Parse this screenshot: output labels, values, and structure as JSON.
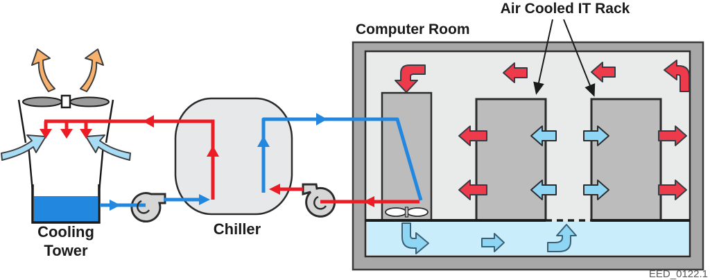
{
  "figure": {
    "id_label": "EED_0122.1"
  },
  "labels": {
    "cooling_tower": {
      "line1": "Cooling",
      "line2": "Tower"
    },
    "chiller": "Chiller",
    "computer_room": "Computer Room",
    "it_rack": "Air Cooled IT Rack"
  },
  "diagram": {
    "type": "schematic",
    "components": [
      "Cooling Tower",
      "Condenser water pump",
      "Chiller",
      "Chilled water pump",
      "CRAH unit with fan",
      "Air Cooled IT Rack",
      "Air Cooled IT Rack",
      "Raised floor plenum"
    ],
    "rack_count": 2,
    "flow_legend": {
      "red_lines": "warm water / hot air",
      "blue_lines": "chilled water / cold air",
      "orange_arrows": "heat rejected from cooling tower",
      "light_blue_arrows": "cool air flow"
    }
  },
  "colors": {
    "red_pipe": "#EC1C24",
    "red_arrow": "#ED3B4C",
    "blue_pipe": "#2287DF",
    "water_blue": "#2287DF",
    "light_blue_arrow": "#8FD5F4",
    "air_inlet_blue": "#A8DCF5",
    "plenum_fill": "#C9EDFA",
    "plenum_arrow": "#8FD5F4",
    "orange_arrow": "#F8B26D",
    "wall_gray": "#A8A8A8",
    "equipment_gray": "#BCBCBC",
    "room_fill": "#E9EAEA",
    "chiller_fill": "#E7E8E9",
    "pump_fill": "#D6D6D6",
    "fan_gray": "#9B9B9B",
    "caption_gray": "#58595b"
  }
}
